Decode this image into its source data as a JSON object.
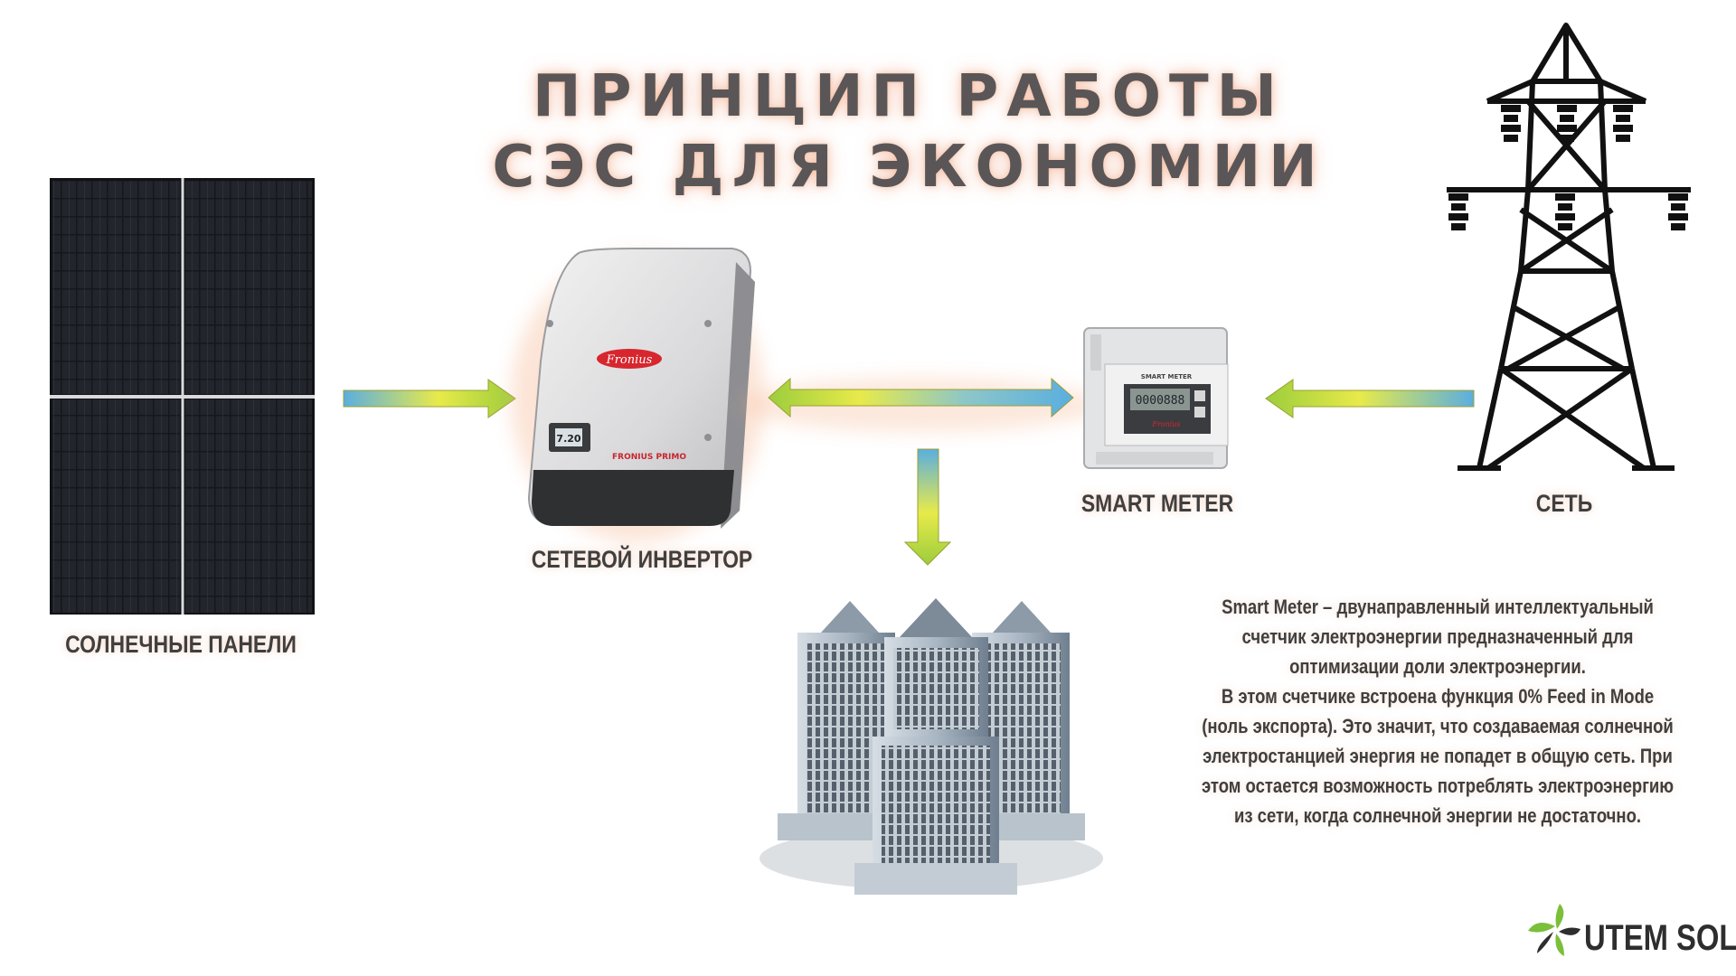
{
  "title": {
    "line1": "ПРИНЦИП РАБОТЫ",
    "line2": "СЭС ДЛЯ ЭКОНОМИИ"
  },
  "labels": {
    "solar_panels": "СОЛНЕЧНЫЕ ПАНЕЛИ",
    "inverter": "СЕТЕВОЙ ИНВЕРТОР",
    "smart_meter": "SMART METER",
    "grid": "СЕТЬ"
  },
  "device_text": {
    "inverter_logo": "Fronius",
    "inverter_model": "FRONIUS PRIMO",
    "inverter_display": "7.20",
    "meter_header": "SMART METER",
    "meter_display": "0000888",
    "meter_logo": "Fronius"
  },
  "description": [
    "Smart Meter – двунаправленный интеллектуальный",
    "счетчик электроэнергии предназначенный для",
    "оптимизации доли электроэнергии.",
    "В этом счетчике встроена функция 0% Feed in Mode",
    "(ноль экспорта). Это значит, что создаваемая солнечной",
    "электростанцией энергия не попадет в общую сеть. При",
    "этом остается возможность потреблять электроэнергию",
    "из сети, когда солнечной энергии не достаточно."
  ],
  "brand": {
    "name": "UTEM SOLAR"
  },
  "colors": {
    "arrow_blue": "#5aaee0",
    "arrow_yellow": "#e8ea4a",
    "arrow_green": "#9ccd3c",
    "brand_green": "#7bbf3a"
  }
}
